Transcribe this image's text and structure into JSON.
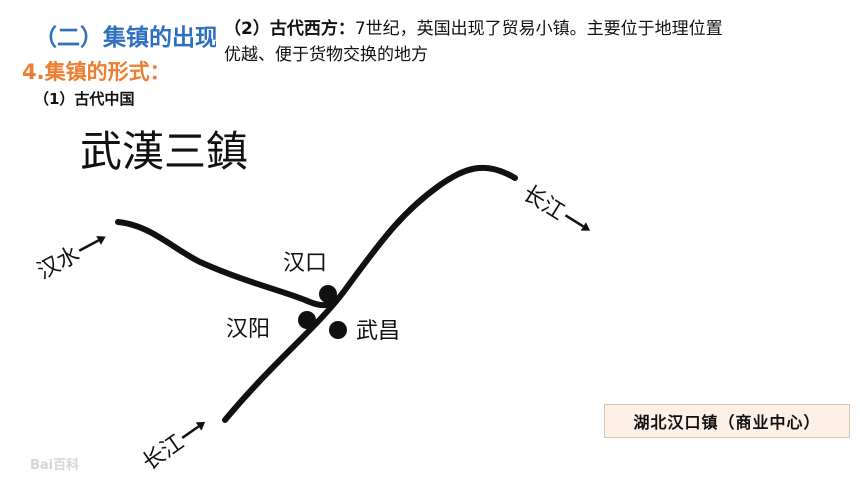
{
  "header": {
    "section_title": "（二）集镇的出现",
    "sub_title": "4.集镇的形式：",
    "china_label": "（1）古代中国"
  },
  "west": {
    "label": "（2）古代西方：",
    "text_line1": "7世纪，英国出现了贸易小镇。主要位于地理位置",
    "text_line2": "优越、便于货物交换的地方"
  },
  "map": {
    "title": "武漢三鎮",
    "labels": {
      "hanshui": "汉水",
      "changjiang_upper": "长江",
      "changjiang_lower": "长江",
      "hankou": "汉口",
      "hanyang": "汉阳",
      "wuchang": "武昌"
    }
  },
  "caption": "湖北汉口镇（商业中心）",
  "watermark": "Bai百科",
  "colors": {
    "heading_blue": "#2f6fc0",
    "heading_orange": "#ed7d31",
    "caption_bg": "#fdf1e7"
  }
}
